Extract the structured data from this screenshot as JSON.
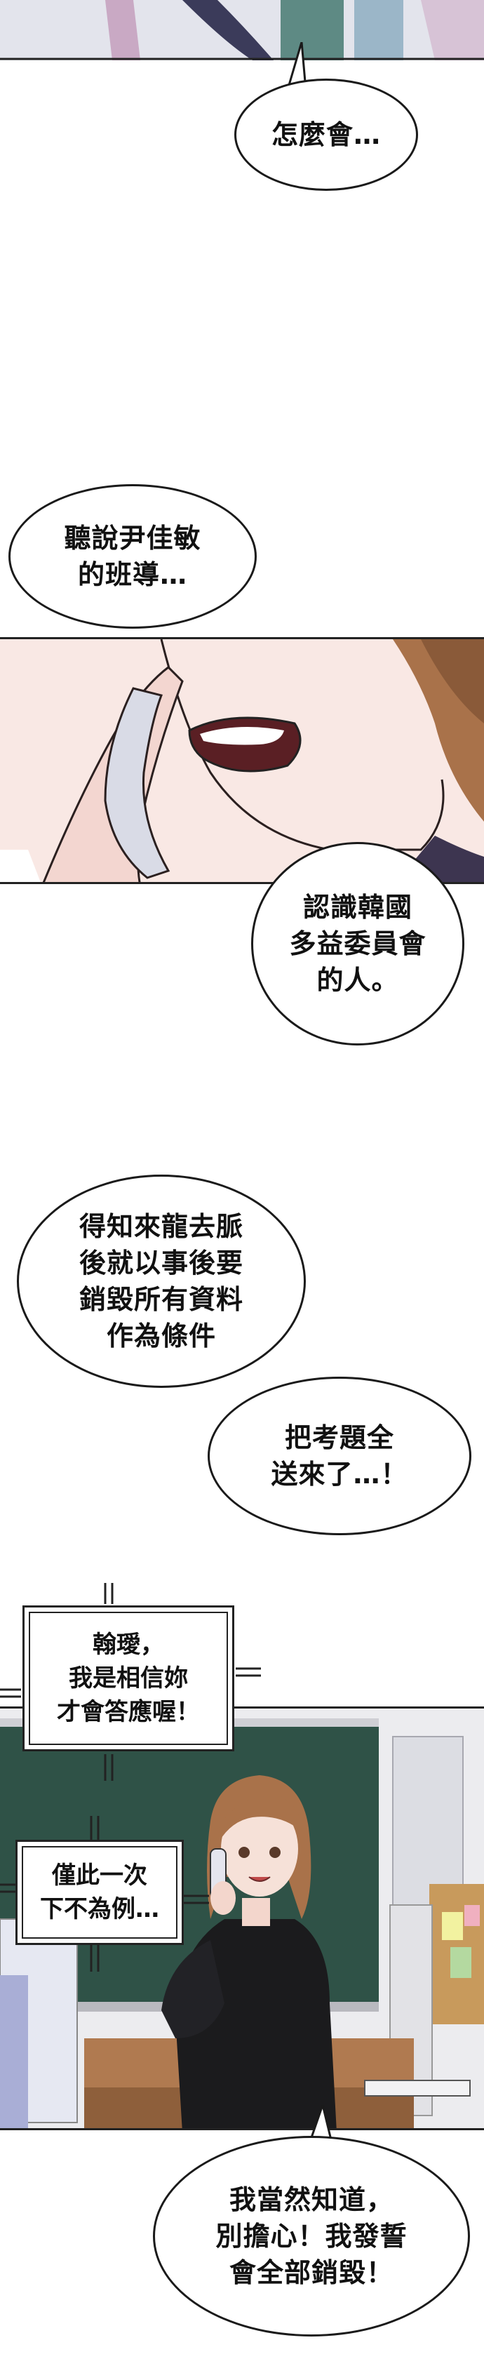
{
  "bubbles": {
    "b1": "怎麼會…",
    "b2": "聽說尹佳敏\n的班導…",
    "b3": "認識韓國\n多益委員會\n的人。",
    "b4": "得知來龍去脈\n後就以事後要\n銷毀所有資料\n作為條件",
    "b5": "把考題全\n送來了…！",
    "b6": "我當然知道，\n別擔心！我發誓\n會全部銷毀！"
  },
  "captions": {
    "c1": "翰璦，\n我是相信妳\n才會答應喔！",
    "c2": "僅此一次\n下不為例…"
  },
  "colors": {
    "skin": "#f6e1dc",
    "hair": "#a9724a",
    "blackboard": "#2f5247",
    "sweater": "#1b1b1d",
    "wall": "#e9e9ec"
  }
}
